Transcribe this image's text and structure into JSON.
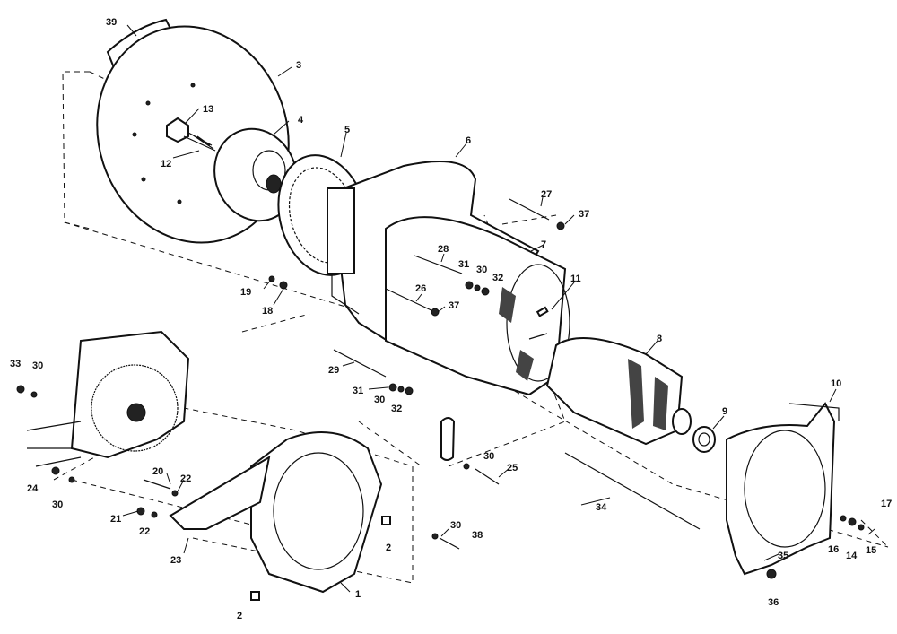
{
  "diagram": {
    "callouts": [
      {
        "id": "c39",
        "label": "39"
      },
      {
        "id": "c3",
        "label": "3"
      },
      {
        "id": "c13",
        "label": "13"
      },
      {
        "id": "c12",
        "label": "12"
      },
      {
        "id": "c4",
        "label": "4"
      },
      {
        "id": "c5",
        "label": "5"
      },
      {
        "id": "c6",
        "label": "6"
      },
      {
        "id": "c27",
        "label": "27"
      },
      {
        "id": "c37a",
        "label": "37"
      },
      {
        "id": "c7",
        "label": "7"
      },
      {
        "id": "c28",
        "label": "28"
      },
      {
        "id": "c31a",
        "label": "31"
      },
      {
        "id": "c30a",
        "label": "30"
      },
      {
        "id": "c32a",
        "label": "32"
      },
      {
        "id": "c26",
        "label": "26"
      },
      {
        "id": "c37b",
        "label": "37"
      },
      {
        "id": "c11",
        "label": "11"
      },
      {
        "id": "c19",
        "label": "19"
      },
      {
        "id": "c18",
        "label": "18"
      },
      {
        "id": "c8",
        "label": "8"
      },
      {
        "id": "c29",
        "label": "29"
      },
      {
        "id": "c31b",
        "label": "31"
      },
      {
        "id": "c30b",
        "label": "30"
      },
      {
        "id": "c32b",
        "label": "32"
      },
      {
        "id": "c33",
        "label": "33"
      },
      {
        "id": "c30c",
        "label": "30"
      },
      {
        "id": "c10",
        "label": "10"
      },
      {
        "id": "c9",
        "label": "9"
      },
      {
        "id": "c30d",
        "label": "30"
      },
      {
        "id": "c25",
        "label": "25"
      },
      {
        "id": "c20",
        "label": "20"
      },
      {
        "id": "c22a",
        "label": "22"
      },
      {
        "id": "c24",
        "label": "24"
      },
      {
        "id": "c30e",
        "label": "30"
      },
      {
        "id": "c21",
        "label": "21"
      },
      {
        "id": "c22b",
        "label": "22"
      },
      {
        "id": "c34",
        "label": "34"
      },
      {
        "id": "c17",
        "label": "17"
      },
      {
        "id": "c2a",
        "label": "2"
      },
      {
        "id": "c30f",
        "label": "30"
      },
      {
        "id": "c38",
        "label": "38"
      },
      {
        "id": "c16",
        "label": "16"
      },
      {
        "id": "c14",
        "label": "14"
      },
      {
        "id": "c15",
        "label": "15"
      },
      {
        "id": "c23",
        "label": "23"
      },
      {
        "id": "c35",
        "label": "35"
      },
      {
        "id": "c1",
        "label": "1"
      },
      {
        "id": "c36",
        "label": "36"
      },
      {
        "id": "c2b",
        "label": "2"
      }
    ]
  }
}
